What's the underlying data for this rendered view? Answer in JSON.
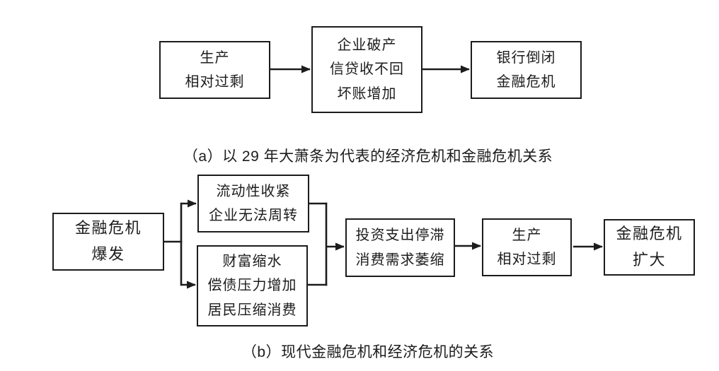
{
  "page": {
    "background_color": "#ffffff",
    "line_color": "#1c1c1c",
    "text_color": "#1c1c1c"
  },
  "diagram_a": {
    "caption": "（a）以 29 年大萧条为代表的经济危机和金融危机关系",
    "nodes": {
      "production_surplus": {
        "lines": [
          "生产",
          "相对过剩"
        ]
      },
      "enterprise_bankruptcy": {
        "lines": [
          "企业破产",
          "信贷收不回",
          "坏账增加"
        ]
      },
      "bank_collapse": {
        "lines": [
          "银行倒闭",
          "金融危机"
        ]
      }
    }
  },
  "diagram_b": {
    "caption": "（b）现代金融危机和经济危机的关系",
    "nodes": {
      "crisis_outbreak": {
        "lines": [
          "金融危机",
          "爆发"
        ]
      },
      "liquidity_tightening": {
        "lines": [
          "流动性收紧",
          "企业无法周转"
        ]
      },
      "wealth_shrink": {
        "lines": [
          "财富缩水",
          "偿债压力增加",
          "居民压缩消费"
        ]
      },
      "investment_stall": {
        "lines": [
          "投资支出停滞",
          "消费需求萎缩"
        ]
      },
      "production_surplus": {
        "lines": [
          "生产",
          "相对过剩"
        ]
      },
      "crisis_expansion": {
        "lines": [
          "金融危机",
          "扩大"
        ]
      }
    }
  }
}
